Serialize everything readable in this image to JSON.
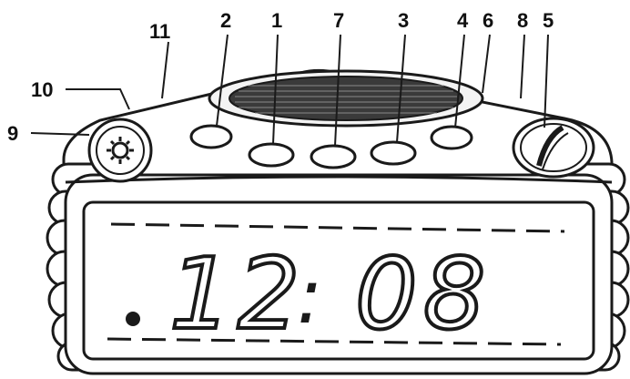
{
  "callouts": {
    "c1": "1",
    "c2": "2",
    "c3": "3",
    "c4": "4",
    "c5": "5",
    "c6": "6",
    "c7": "7",
    "c8": "8",
    "c9": "9",
    "c10": "10",
    "c11": "11"
  },
  "display": {
    "hours": "12",
    "separator": ":",
    "minutes": "08"
  },
  "icons": {
    "light_button": "sun-gear-icon",
    "volume_knob": "dial-knob-icon",
    "speaker": "speaker-grille-icon"
  }
}
